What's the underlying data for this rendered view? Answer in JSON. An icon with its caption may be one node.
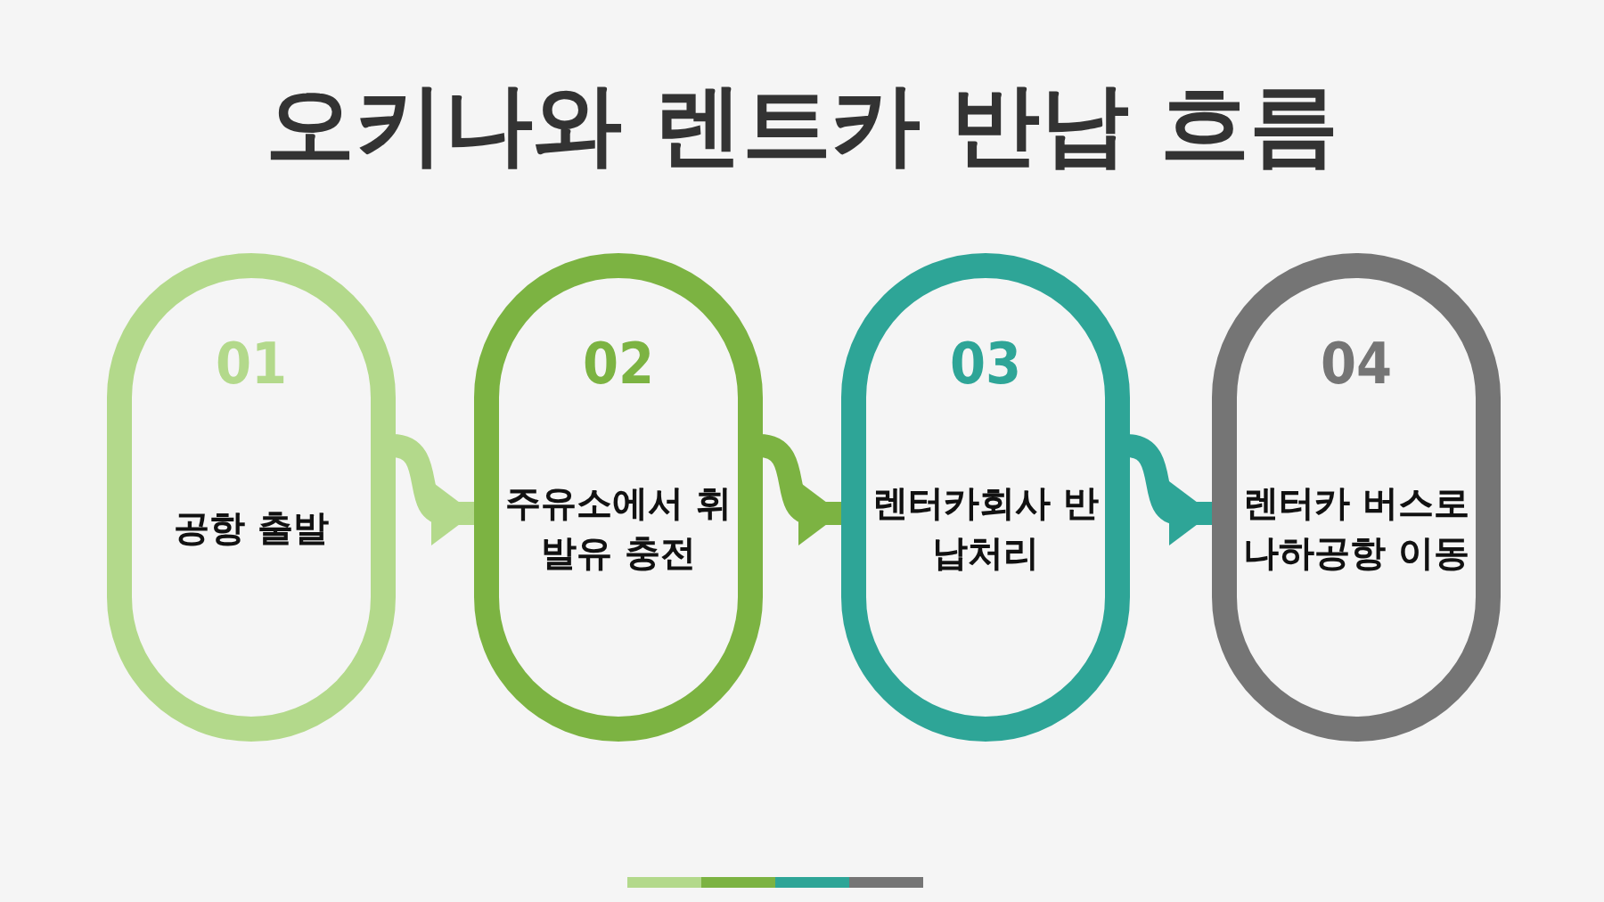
{
  "diagram": {
    "title": "오키나와 렌트카 반납 흐름",
    "nodes": [
      {
        "text": [
          "01",
          "공항 출발"
        ]
      },
      {
        "text": [
          "02",
          "주유소에서 휘발유 충전"
        ]
      },
      {
        "text": [
          "03",
          "렌터카회사 반납처리"
        ]
      },
      {
        "text": [
          "04",
          "렌터카 버스로 나하공항 이동"
        ]
      }
    ],
    "edges": [
      {
        "from": 0,
        "to": 1,
        "arrow": "to",
        "color": "#b3d98b"
      },
      {
        "from": 1,
        "to": 2,
        "arrow": "to",
        "color": "#7cb342"
      },
      {
        "from": 2,
        "to": 3,
        "arrow": "to",
        "color": "#2ea597"
      }
    ]
  }
}
